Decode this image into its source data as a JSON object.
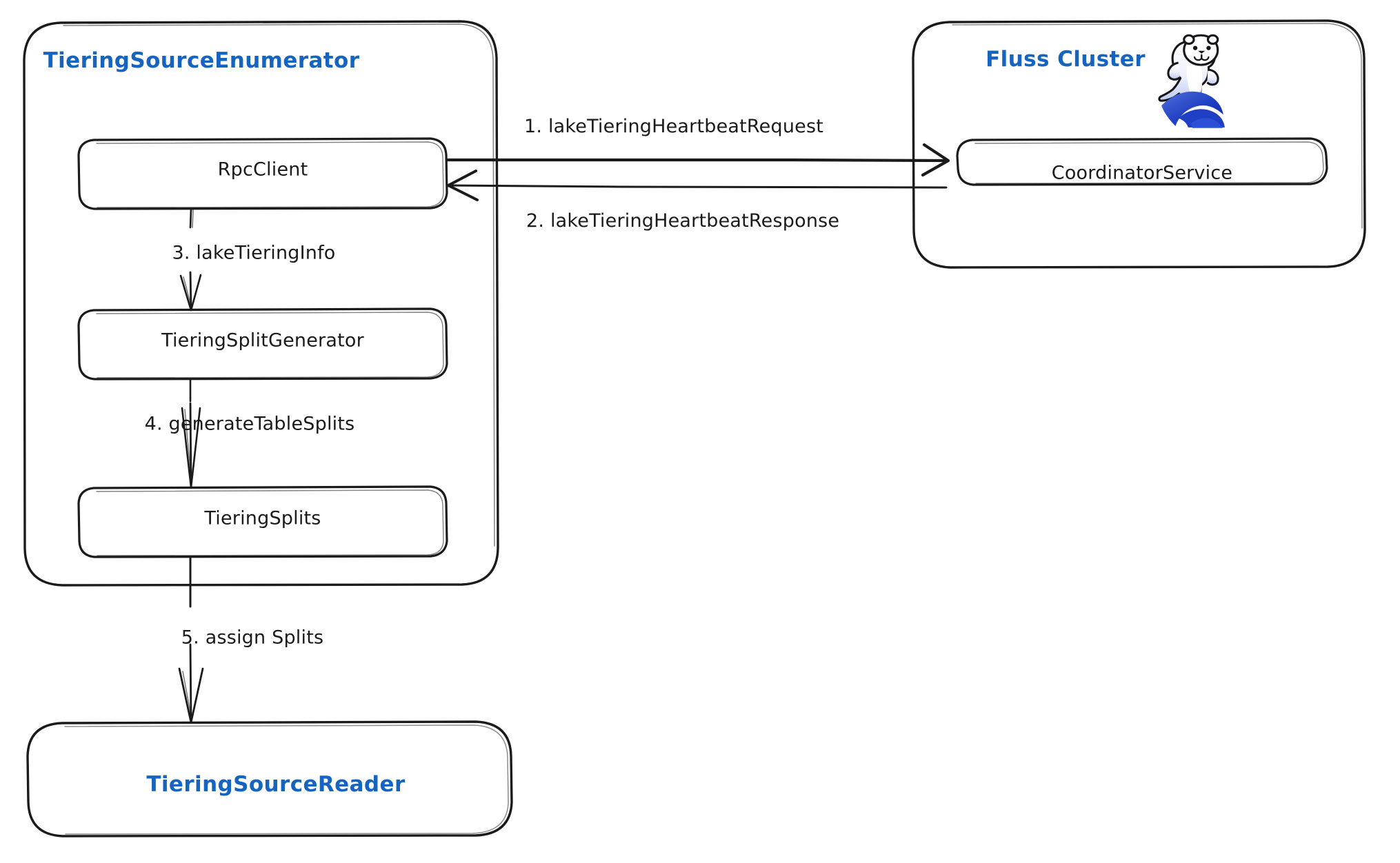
{
  "diagram": {
    "type": "flow-diagram",
    "title": "Fluss Lake Tiering Source Flow",
    "background": "#ffffff",
    "accent_color": "#1565C0",
    "stroke_color": "#1b1b1b"
  },
  "groups": [
    {
      "id": "tiering-source-enumerator",
      "label": "TieringSourceEnumerator",
      "label_color": "#1565C0"
    },
    {
      "id": "fluss-cluster",
      "label": "Fluss Cluster",
      "label_color": "#1565C0",
      "logo": "fluss-otter-wave-logo"
    }
  ],
  "nodes": [
    {
      "id": "rpc-client",
      "label": "RpcClient",
      "color": "#1b1b1b"
    },
    {
      "id": "tiering-split-generator",
      "label": "TieringSplitGenerator",
      "color": "#1b1b1b"
    },
    {
      "id": "tiering-splits",
      "label": "TieringSplits",
      "color": "#1b1b1b"
    },
    {
      "id": "coordinator-service",
      "label": "CoordinatorService",
      "color": "#1b1b1b"
    },
    {
      "id": "tiering-source-reader",
      "label": "TieringSourceReader",
      "color": "#1565C0"
    }
  ],
  "edges": [
    {
      "id": "edge-1",
      "label": "1. lakeTieringHeartbeatRequest",
      "from": "rpc-client",
      "to": "coordinator-service",
      "direction": "right"
    },
    {
      "id": "edge-2",
      "label": "2. lakeTieringHeartbeatResponse",
      "from": "coordinator-service",
      "to": "rpc-client",
      "direction": "left"
    },
    {
      "id": "edge-3",
      "label": "3. lakeTieringInfo",
      "from": "rpc-client",
      "to": "tiering-split-generator",
      "direction": "down"
    },
    {
      "id": "edge-4",
      "label": "4. generateTableSplits",
      "from": "tiering-split-generator",
      "to": "tiering-splits",
      "direction": "down"
    },
    {
      "id": "edge-5",
      "label": "5. assign Splits",
      "from": "tiering-splits",
      "to": "tiering-source-reader",
      "direction": "down"
    }
  ]
}
